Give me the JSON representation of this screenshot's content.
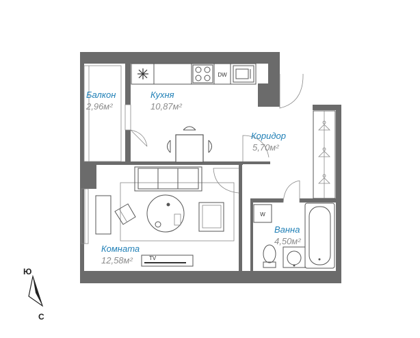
{
  "colors": {
    "wall": "#6b6b6b",
    "accent": "#1f7fb6",
    "area_text": "#8c8c8c",
    "furniture": "#555555"
  },
  "rooms": {
    "balcony": {
      "name": "Балкон",
      "area": "2,96м²"
    },
    "kitchen": {
      "name": "Кухня",
      "area": "10,87м²"
    },
    "corridor": {
      "name": "Коридор",
      "area": "5,70м²"
    },
    "bath": {
      "name": "Ванна",
      "area": "4,50м²"
    },
    "room": {
      "name": "Комната",
      "area": "12,58м²"
    }
  },
  "appliances": {
    "dishwasher": "DW",
    "washer": "W",
    "tv": "TV",
    "fridge_icon": "snowflake-icon"
  },
  "compass": {
    "south": "Ю",
    "north": "С"
  }
}
